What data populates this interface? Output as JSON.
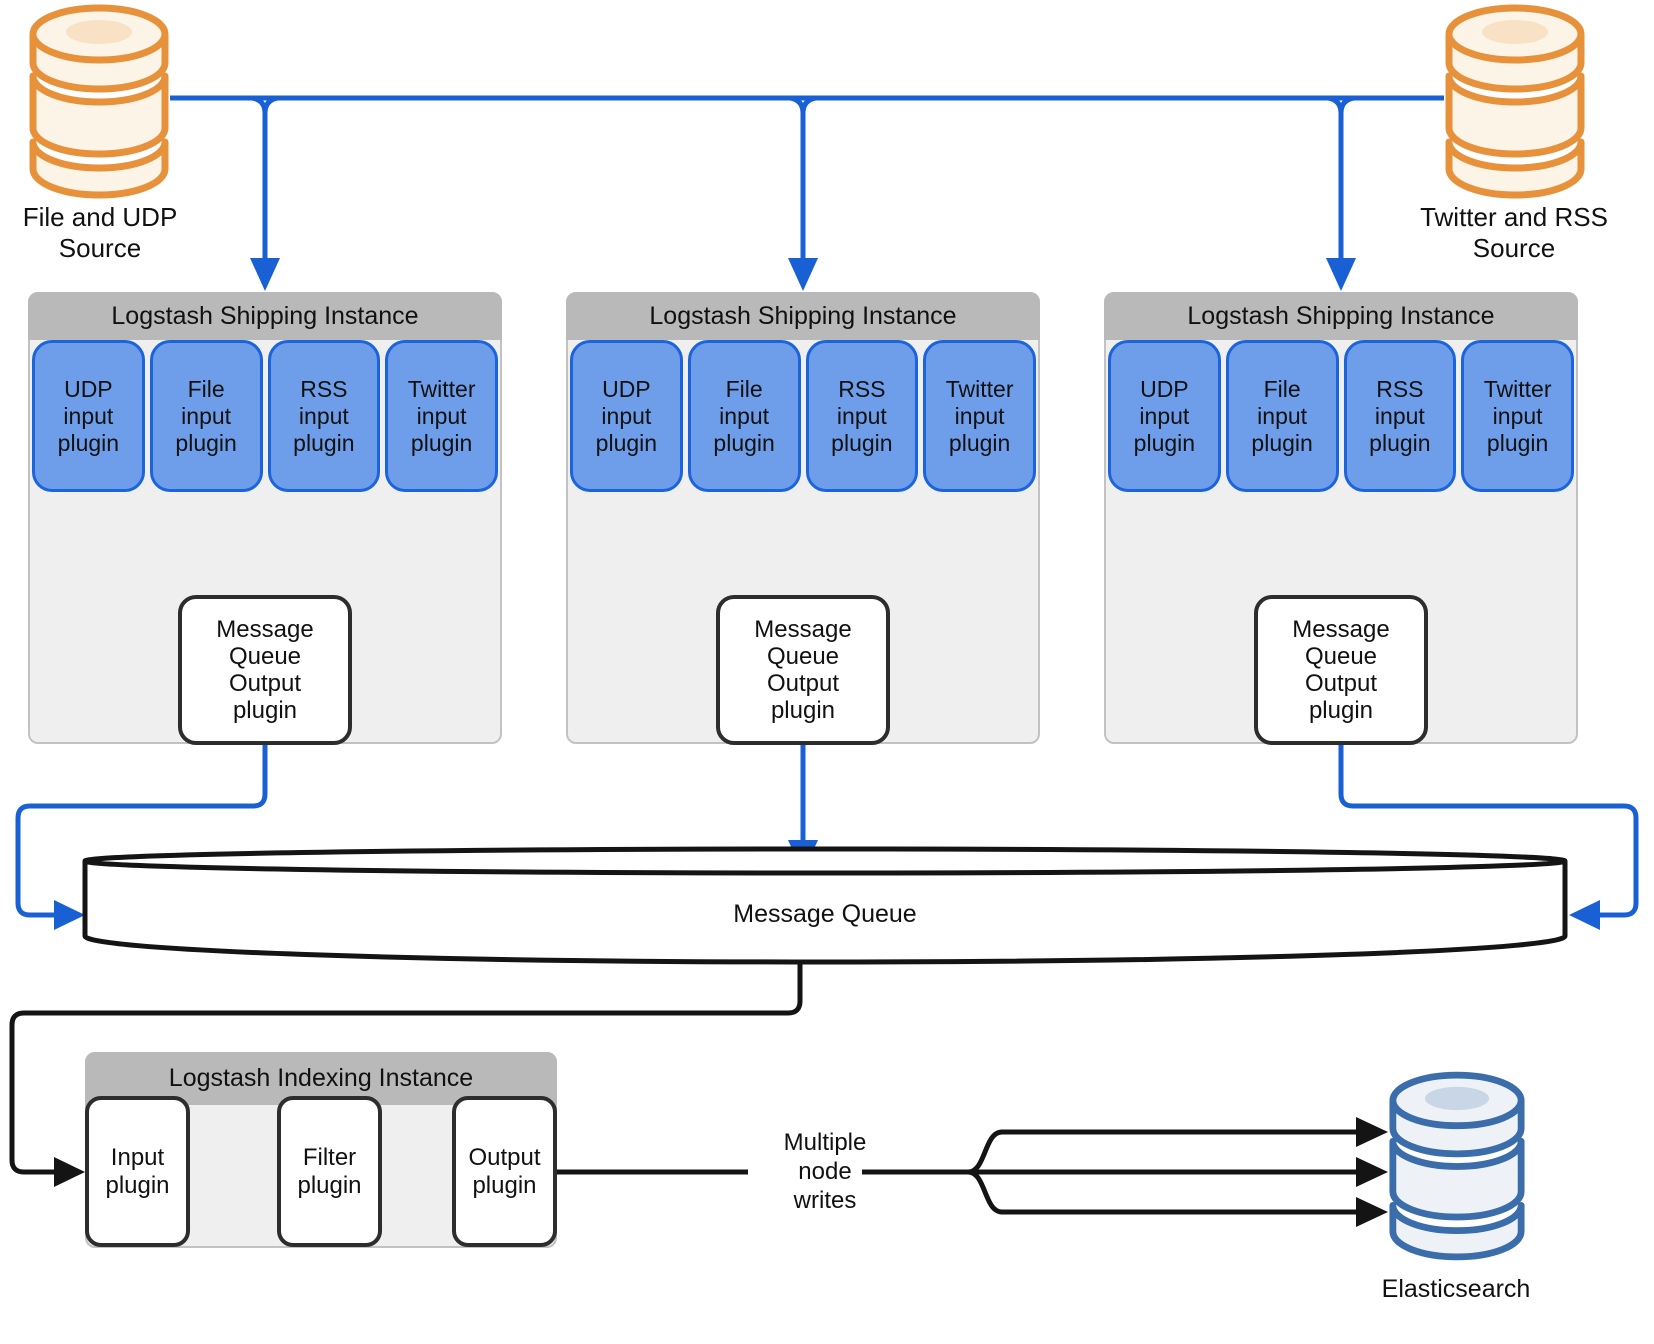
{
  "diagram": {
    "sources": [
      {
        "label": "File and UDP\nSource"
      },
      {
        "label": "Twitter and RSS\nSource"
      }
    ],
    "shipping_instances": [
      {
        "title": "Logstash Shipping Instance",
        "plugins": [
          "UDP\ninput\nplugin",
          "File\ninput\nplugin",
          "RSS\ninput\nplugin",
          "Twitter\ninput\nplugin"
        ],
        "output_plugin": "Message\nQueue\nOutput\nplugin"
      },
      {
        "title": "Logstash Shipping Instance",
        "plugins": [
          "UDP\ninput\nplugin",
          "File\ninput\nplugin",
          "RSS\ninput\nplugin",
          "Twitter\ninput\nplugin"
        ],
        "output_plugin": "Message\nQueue\nOutput\nplugin"
      },
      {
        "title": "Logstash Shipping Instance",
        "plugins": [
          "UDP\ninput\nplugin",
          "File\ninput\nplugin",
          "RSS\ninput\nplugin",
          "Twitter\ninput\nplugin"
        ],
        "output_plugin": "Message\nQueue\nOutput\nplugin"
      }
    ],
    "message_queue": {
      "label": "Message Queue"
    },
    "indexing_instance": {
      "title": "Logstash Indexing Instance",
      "plugins": [
        "Input\nplugin",
        "Filter\nplugin",
        "Output\nplugin"
      ]
    },
    "annotations": {
      "multiple_node_writes": "Multiple\nnode\nwrites"
    },
    "elasticsearch": {
      "label": "Elasticsearch"
    },
    "colors": {
      "flow_blue": "#1860D4",
      "plugin_fill": "#6E9EE9",
      "plugin_border": "#1B64DC",
      "header_grey": "#B9B9B9",
      "panel_grey": "#EFEFEF",
      "source_orange_stroke": "#E8913B",
      "source_orange_fill": "#FCF4E7",
      "elasticsearch_stroke": "#3A6DA9",
      "elasticsearch_fill": "#EEF2F7",
      "line_black": "#141414"
    }
  }
}
